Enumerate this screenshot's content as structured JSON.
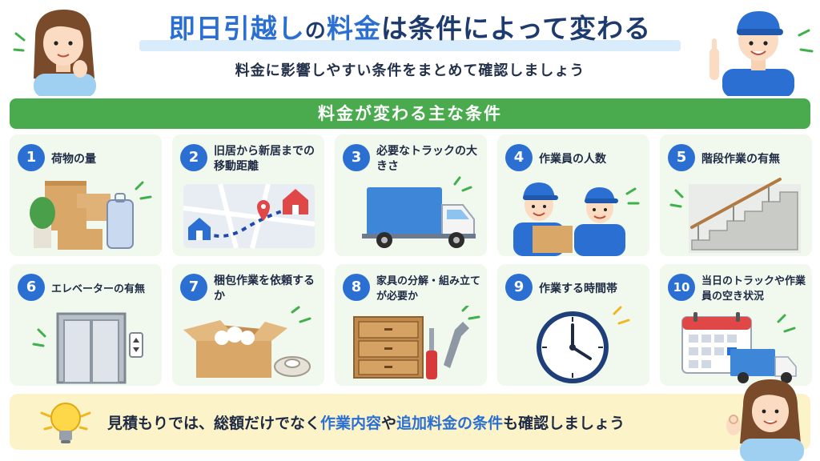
{
  "header": {
    "title_part1": "即日引越し",
    "title_part2": "の",
    "title_part3": "料金",
    "title_part4": "は条件によって変わる",
    "subtitle": "料金に影響しやすい条件をまとめて確認しましょう"
  },
  "banner": {
    "label": "料金が変わる主な条件"
  },
  "conditions": [
    {
      "num": "1",
      "label": "荷物の量",
      "icon": "boxes-suitcase-icon"
    },
    {
      "num": "2",
      "label": "旧居から新居までの移動距離",
      "icon": "map-route-icon"
    },
    {
      "num": "3",
      "label": "必要なトラックの大きさ",
      "icon": "truck-icon"
    },
    {
      "num": "4",
      "label": "作業員の人数",
      "icon": "movers-icon"
    },
    {
      "num": "5",
      "label": "階段作業の有無",
      "icon": "stairs-icon"
    },
    {
      "num": "6",
      "label": "エレベーターの有無",
      "icon": "elevator-icon"
    },
    {
      "num": "7",
      "label": "梱包作業を依頼するか",
      "icon": "open-box-icon"
    },
    {
      "num": "8",
      "label": "家具の分解・組み立てが必要か",
      "icon": "dresser-tools-icon"
    },
    {
      "num": "9",
      "label": "作業する時間帯",
      "icon": "clock-icon"
    },
    {
      "num": "10",
      "label": "当日のトラックや作業員の空き状況",
      "icon": "calendar-truck-icon"
    }
  ],
  "tip": {
    "part1": "見積もりでは、総額だけでなく",
    "part2": "作業内容",
    "part3": "や",
    "part4": "追加料金の条件",
    "part5": "も確認しましょう",
    "icon": "lightbulb-icon"
  },
  "colors": {
    "accent_blue": "#2a6fd1",
    "banner_green": "#4aab4e",
    "card_bg": "#f1f8ee",
    "tip_bg": "#fdf3c9"
  }
}
